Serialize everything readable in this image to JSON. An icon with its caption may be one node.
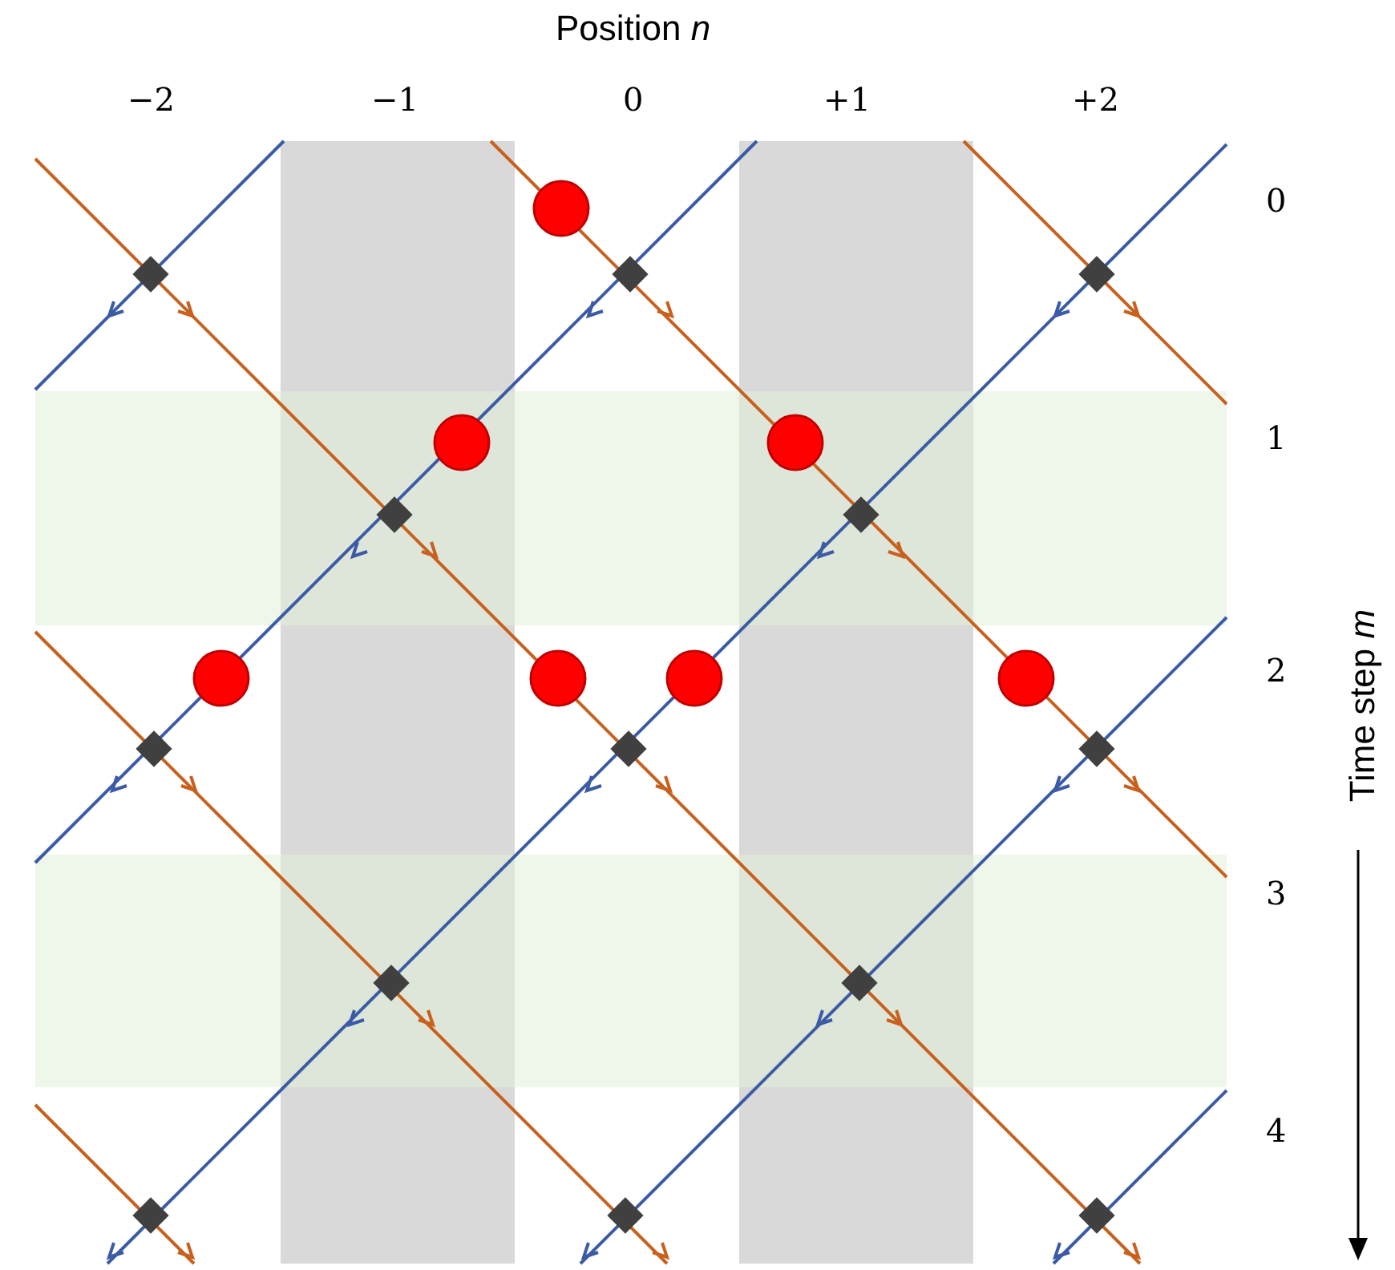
{
  "diagram": {
    "labels": [
      "Position *n*",
      "−2",
      "−1",
      "0",
      "+1",
      "+2",
      "0",
      "1",
      "2",
      "3",
      "4",
      "Time step *m*"
    ]
  }
}
